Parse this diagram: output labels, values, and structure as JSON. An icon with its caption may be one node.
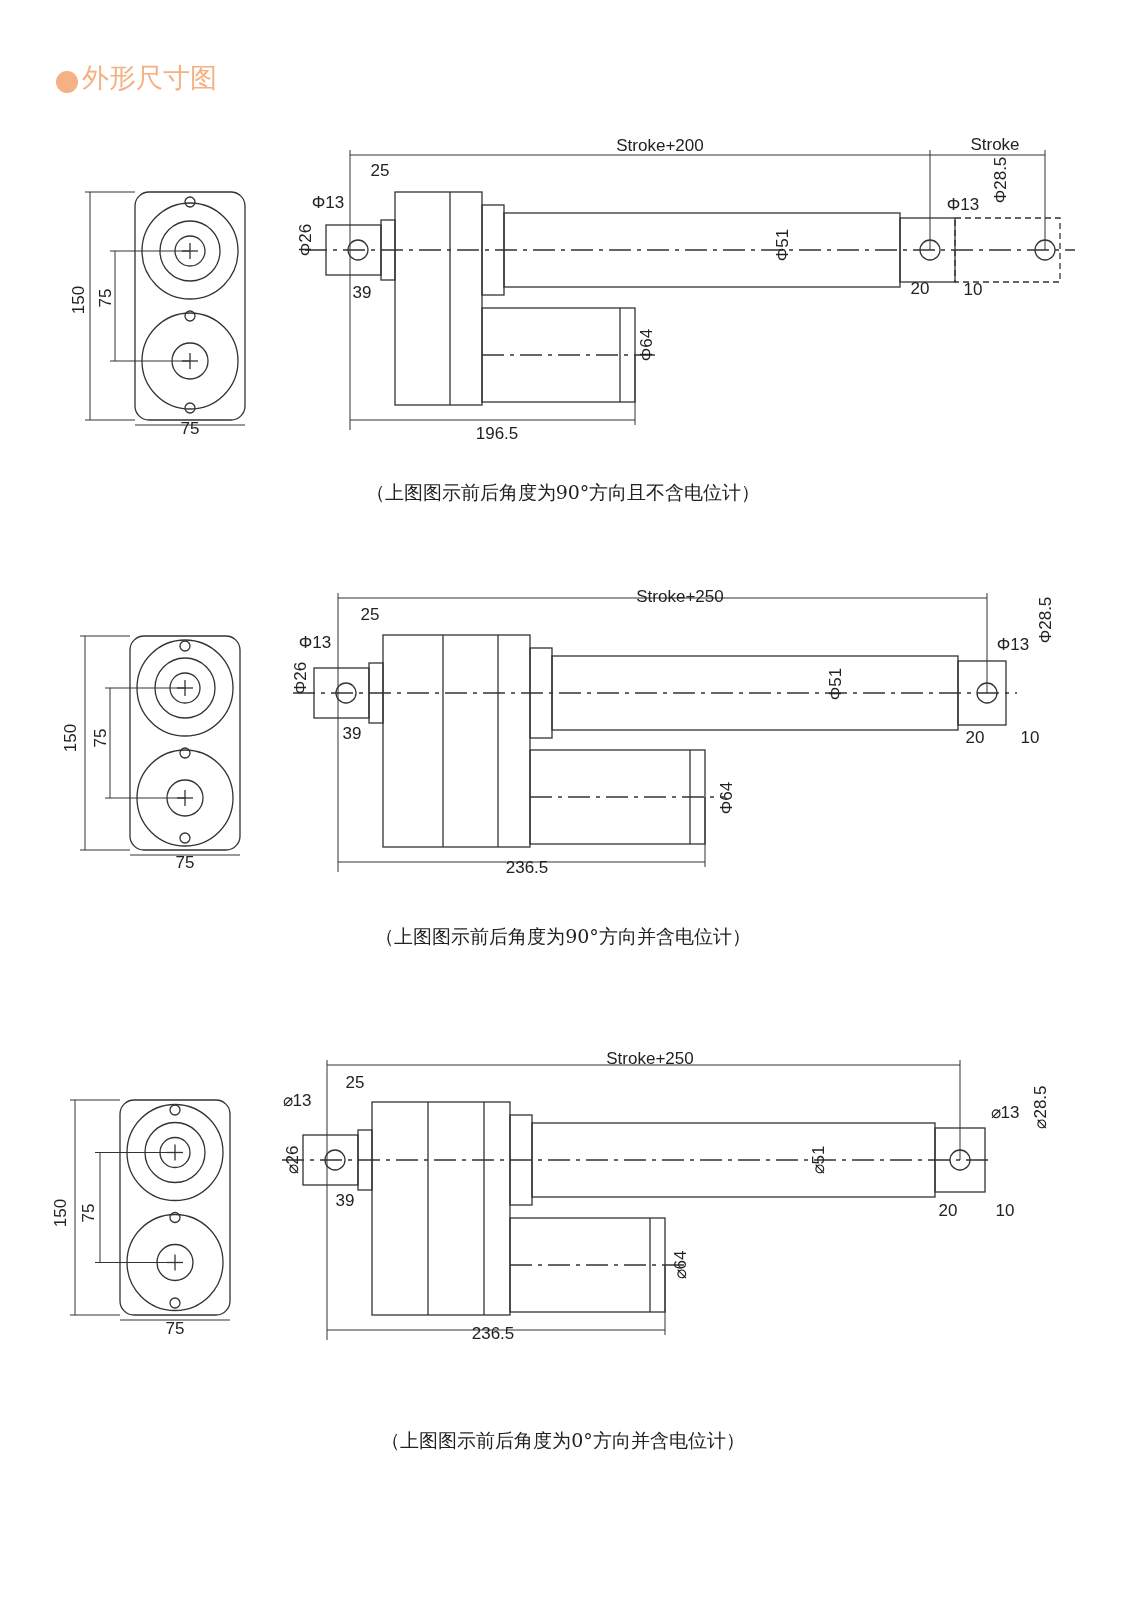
{
  "diagram": {
    "title": "外形尺寸图",
    "labels": [
      "Stroke+200",
      "Stroke",
      "25",
      "Φ13",
      "Φ13",
      "Φ28.5",
      "Φ26",
      "Φ51",
      "150",
      "75",
      "39",
      "20",
      "10",
      "Φ64",
      "75",
      "196.5",
      "（上图图示前后角度为90°方向且不含电位计）",
      "Stroke+250",
      "25",
      "Φ13",
      "Φ13",
      "Φ28.5",
      "Φ26",
      "Φ51",
      "150",
      "75",
      "39",
      "20",
      "10",
      "Φ64",
      "75",
      "236.5",
      "（上图图示前后角度为90°方向并含电位计）",
      "Stroke+250",
      "25",
      "⌀13",
      "⌀13",
      "⌀28.5",
      "⌀26",
      "⌀51",
      "150",
      "75",
      "39",
      "20",
      "10",
      "⌀64",
      "75",
      "236.5",
      "（上图图示前后角度为0°方向并含电位计）"
    ]
  }
}
